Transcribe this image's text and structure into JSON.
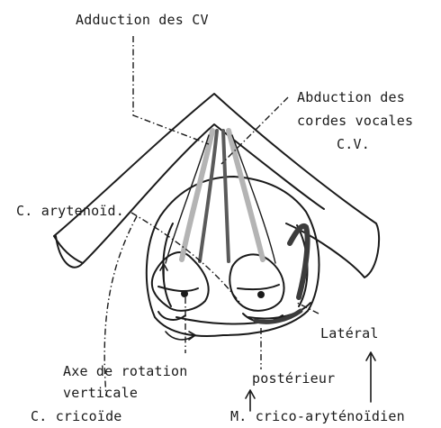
{
  "labels": {
    "adduction": "Adduction des CV",
    "abduction_line1": "Abduction des",
    "abduction_line2": "cordes vocales",
    "abduction_line3": "C.V.",
    "arytenoid": "C. arytenoïd.",
    "axe_line1": "Axe de rotation",
    "axe_line2": "verticale",
    "cricoide": "C. cricoïde",
    "lateral": "Latéral",
    "posterieur": "postérieur",
    "muscle": "M. crico-aryténoïdien"
  },
  "colors": {
    "ink": "#1a1a1a",
    "cord_light": "#b4b4b4",
    "cord_dark": "#5a5a5a"
  }
}
